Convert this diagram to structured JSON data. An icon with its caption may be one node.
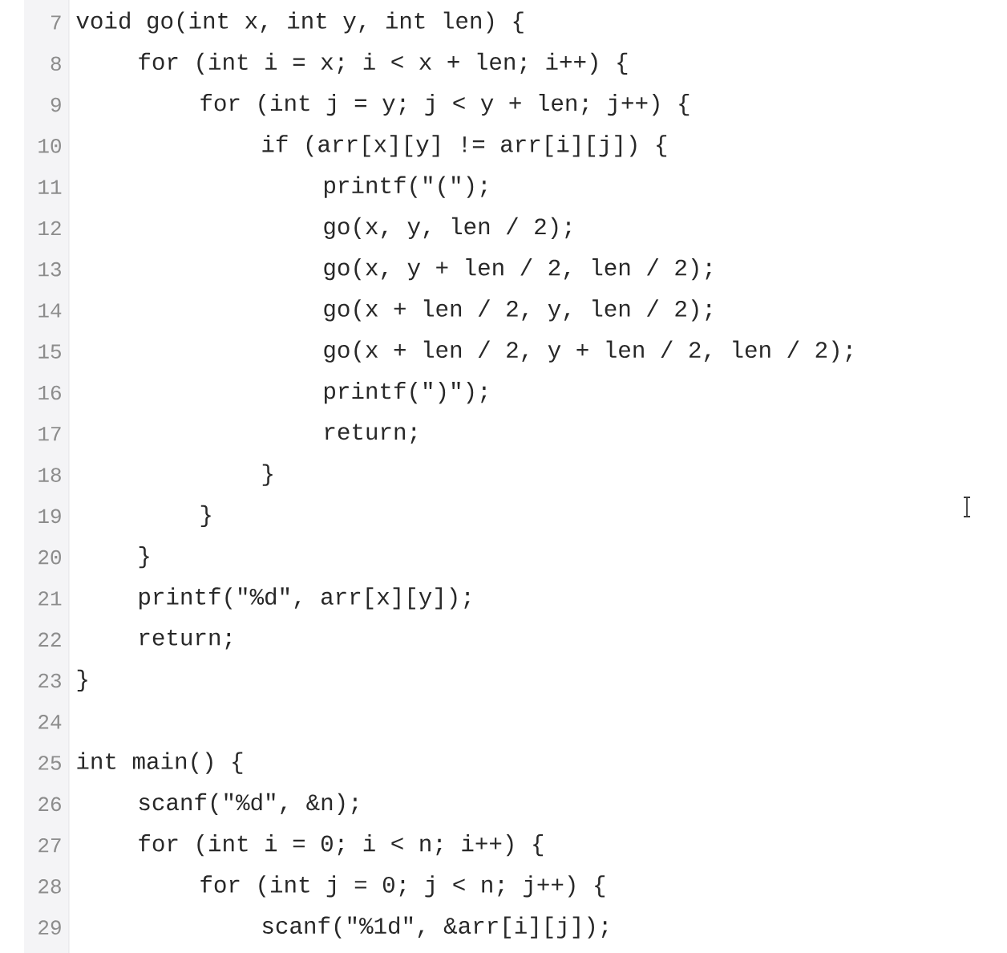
{
  "diagram": {
    "labels": [
      "7",
      "void go(int x, int y, int len) {",
      "8",
      "for (int i = x; i < x + len; i++) {",
      "9",
      "for (int j = y; j < y + len; j++) {",
      "10",
      "if (arr[x][y] != arr[i][j]) {",
      "11",
      "printf(\"(\");",
      "12",
      "go(x, y, len / 2);",
      "13",
      "go(x, y + len / 2, len / 2);",
      "14",
      "go(x + len / 2, y, len / 2);",
      "15",
      "go(x + len / 2, y + len / 2, len / 2);",
      "16",
      "printf(\")\");",
      "17",
      "return;",
      "18",
      "}",
      "19",
      "}",
      "20",
      "}",
      "21",
      "printf(\"%d\", arr[x][y]);",
      "22",
      "return;",
      "23",
      "}",
      "24",
      "25",
      "int main() {",
      "26",
      "scanf(\"%d\", &n);",
      "27",
      "for (int i = 0; i < n; i++) {",
      "28",
      "for (int j = 0; j < n; j++) {",
      "29",
      "scanf(\"%1d\", &arr[i][j]);"
    ]
  }
}
